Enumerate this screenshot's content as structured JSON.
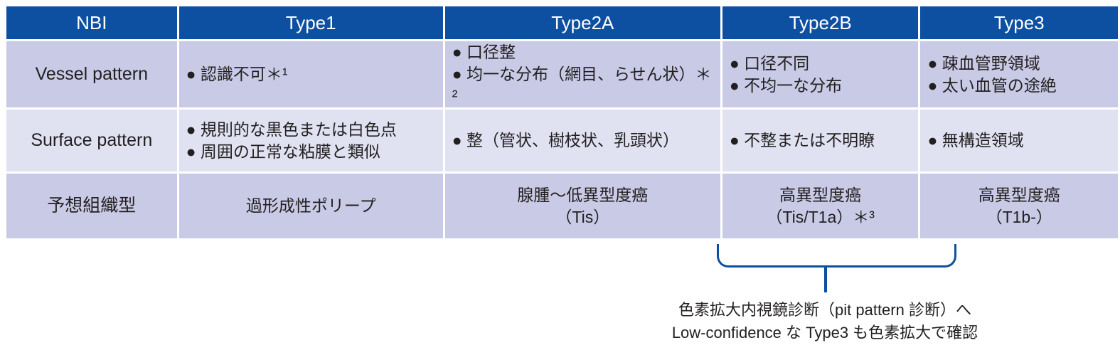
{
  "headers": [
    "NBI",
    "Type1",
    "Type2A",
    "Type2B",
    "Type3"
  ],
  "rows": [
    {
      "label": "Vessel pattern",
      "cells": [
        [
          "● 認識不可＊¹"
        ],
        [
          "● 口径整",
          "● 均一な分布（網目、らせん状）＊²"
        ],
        [
          "● 口径不同",
          "● 不均一な分布"
        ],
        [
          "● 疎血管野領域",
          "● 太い血管の途絶"
        ]
      ]
    },
    {
      "label": "Surface pattern",
      "cells": [
        [
          "● 規則的な黒色または白色点",
          "● 周囲の正常な粘膜と類似"
        ],
        [
          "● 整（管状、樹枝状、乳頭状）"
        ],
        [
          "● 不整または不明瞭"
        ],
        [
          "● 無構造領域"
        ]
      ]
    },
    {
      "label": "予想組織型",
      "cells": [
        [
          "過形成性ポリープ"
        ],
        [
          "腺腫〜低異型度癌",
          "（Tis）"
        ],
        [
          "高異型度癌",
          "（Tis/T1a）＊³"
        ],
        [
          "高異型度癌",
          "（T1b-）"
        ]
      ]
    }
  ],
  "note": [
    "色素拡大内視鏡診断（pit pattern 診断）へ",
    "Low-confidence な Type3 も色素拡大で確認"
  ],
  "colors": {
    "header": "#0d4fa0",
    "row_dark": "#c8cae6",
    "row_light": "#e0e2f2"
  }
}
